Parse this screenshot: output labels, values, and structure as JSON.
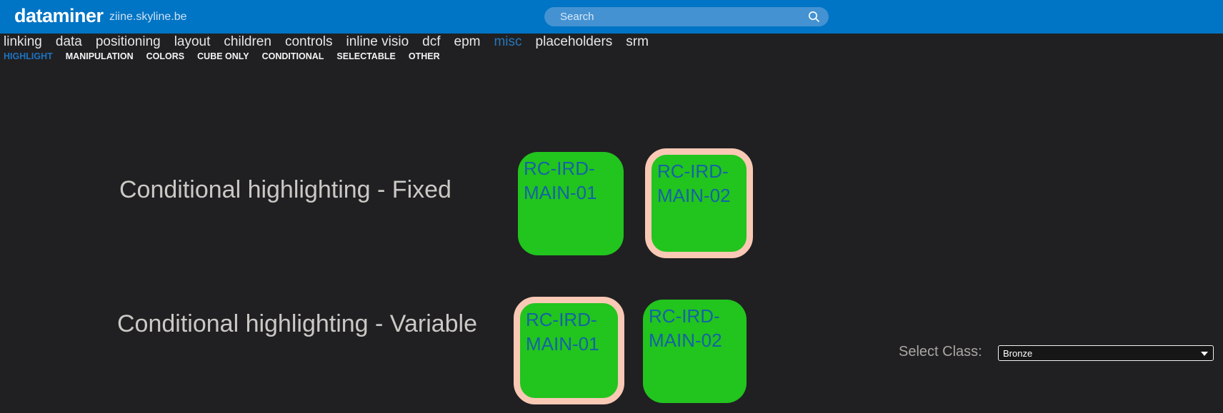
{
  "header": {
    "brand": "dataminer",
    "environment": "ziine.skyline.be",
    "search": {
      "placeholder": "Search",
      "icon": "search-icon"
    }
  },
  "nav": {
    "primary": [
      {
        "label": "linking",
        "active": false
      },
      {
        "label": "data",
        "active": false
      },
      {
        "label": "positioning",
        "active": false
      },
      {
        "label": "layout",
        "active": false
      },
      {
        "label": "children",
        "active": false
      },
      {
        "label": "controls",
        "active": false
      },
      {
        "label": "inline visio",
        "active": false
      },
      {
        "label": "dcf",
        "active": false
      },
      {
        "label": "epm",
        "active": false
      },
      {
        "label": "misc",
        "active": true
      },
      {
        "label": "placeholders",
        "active": false
      },
      {
        "label": "srm",
        "active": false
      }
    ],
    "secondary": [
      {
        "label": "HIGHLIGHT",
        "active": true
      },
      {
        "label": "MANIPULATION",
        "active": false
      },
      {
        "label": "COLORS",
        "active": false
      },
      {
        "label": "CUBE ONLY",
        "active": false
      },
      {
        "label": "CONDITIONAL",
        "active": false
      },
      {
        "label": "SELECTABLE",
        "active": false
      },
      {
        "label": "OTHER",
        "active": false
      }
    ]
  },
  "sections": [
    {
      "title": "Conditional highlighting - Fixed",
      "cards": [
        {
          "label": "RC-IRD-MAIN-01",
          "highlighted": false
        },
        {
          "label": "RC-IRD-MAIN-02",
          "highlighted": true
        }
      ]
    },
    {
      "title": "Conditional highlighting - Variable",
      "cards": [
        {
          "label": "RC-IRD-MAIN-01",
          "highlighted": true
        },
        {
          "label": "RC-IRD-MAIN-02",
          "highlighted": false
        }
      ]
    }
  ],
  "class_selector": {
    "label": "Select Class:",
    "value": "Bronze"
  },
  "colors": {
    "header_blue": "#0074c5",
    "search_field_blue": "#4492d2",
    "active_nav_blue": "#2776ba",
    "card_green": "#22c41e",
    "highlight_border_salmon": "#f9c9b5",
    "card_text_blue": "#1563a5",
    "background_dark": "#202022"
  }
}
